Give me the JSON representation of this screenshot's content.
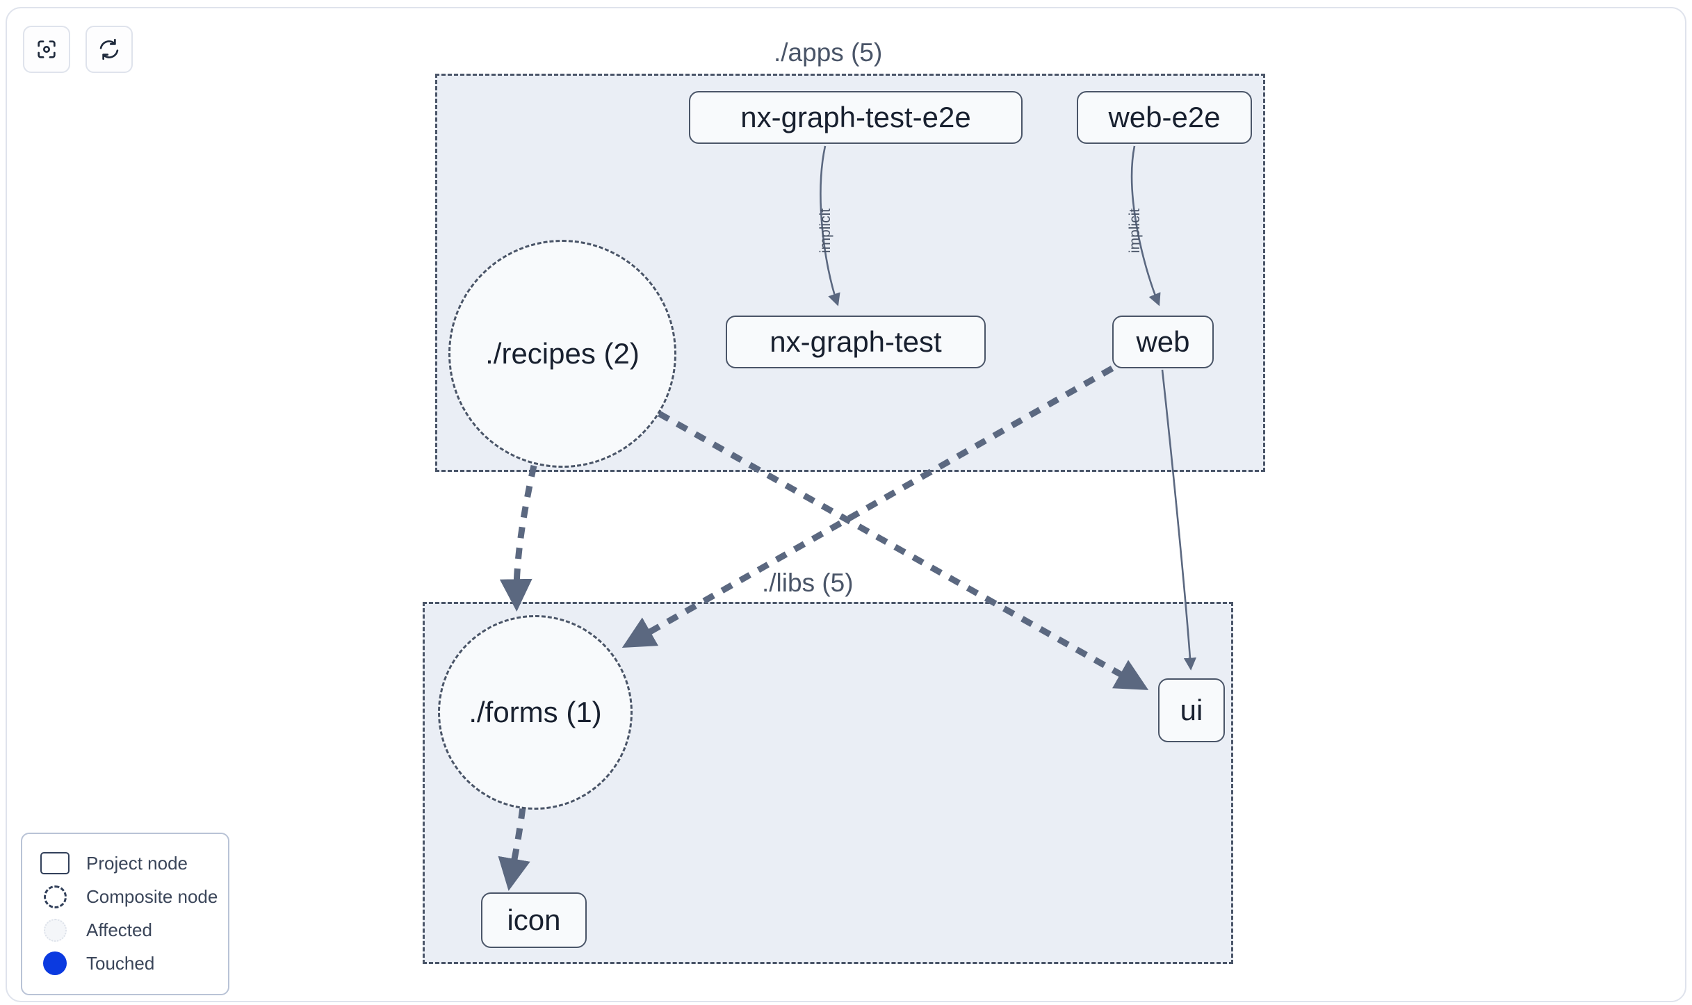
{
  "toolbar": {
    "buttons": [
      {
        "name": "focus-graph-button",
        "icon": "focus-target-icon",
        "label": ""
      },
      {
        "name": "refresh-graph-button",
        "icon": "refresh-icon",
        "label": ""
      }
    ]
  },
  "graph": {
    "groups": [
      {
        "id": "apps",
        "label": "./apps (5)"
      },
      {
        "id": "libs",
        "label": "./libs (5)"
      }
    ],
    "project_nodes": [
      {
        "id": "nx-graph-test-e2e",
        "label": "nx-graph-test-e2e",
        "group": "apps"
      },
      {
        "id": "web-e2e",
        "label": "web-e2e",
        "group": "apps"
      },
      {
        "id": "nx-graph-test",
        "label": "nx-graph-test",
        "group": "apps"
      },
      {
        "id": "web",
        "label": "web",
        "group": "apps"
      },
      {
        "id": "ui",
        "label": "ui",
        "group": "libs"
      },
      {
        "id": "icon",
        "label": "icon",
        "group": "libs"
      }
    ],
    "composite_nodes": [
      {
        "id": "recipes",
        "label": "./recipes (2)",
        "group": "apps"
      },
      {
        "id": "forms",
        "label": "./forms (1)",
        "group": "libs"
      }
    ],
    "edges": [
      {
        "from": "nx-graph-test-e2e",
        "to": "nx-graph-test",
        "label": "implicit",
        "style": "solid"
      },
      {
        "from": "web-e2e",
        "to": "web",
        "label": "implicit",
        "style": "solid"
      },
      {
        "from": "web",
        "to": "ui",
        "label": "",
        "style": "solid"
      },
      {
        "from": "recipes",
        "to": "forms",
        "label": "",
        "style": "dashed"
      },
      {
        "from": "recipes",
        "to": "ui",
        "label": "",
        "style": "dashed"
      },
      {
        "from": "web",
        "to": "forms",
        "label": "",
        "style": "dashed"
      },
      {
        "from": "forms",
        "to": "icon",
        "label": "",
        "style": "dashed"
      }
    ],
    "colors": {
      "node_border": "#4a5568",
      "node_fill": "#f8fafc",
      "group_fill": "#eaeef5",
      "group_border": "#4a5568",
      "edge": "#5a6madeup",
      "edge_stroke": "#5b6880",
      "text": "#18202f",
      "touched": "#0b3ae0",
      "panel_border": "#dfe3ec"
    }
  },
  "legend": {
    "items": [
      {
        "swatch": "project-node-swatch",
        "label": "Project node"
      },
      {
        "swatch": "composite-node-swatch",
        "label": "Composite node"
      },
      {
        "swatch": "affected-swatch",
        "label": "Affected"
      },
      {
        "swatch": "touched-swatch",
        "label": "Touched"
      }
    ]
  }
}
